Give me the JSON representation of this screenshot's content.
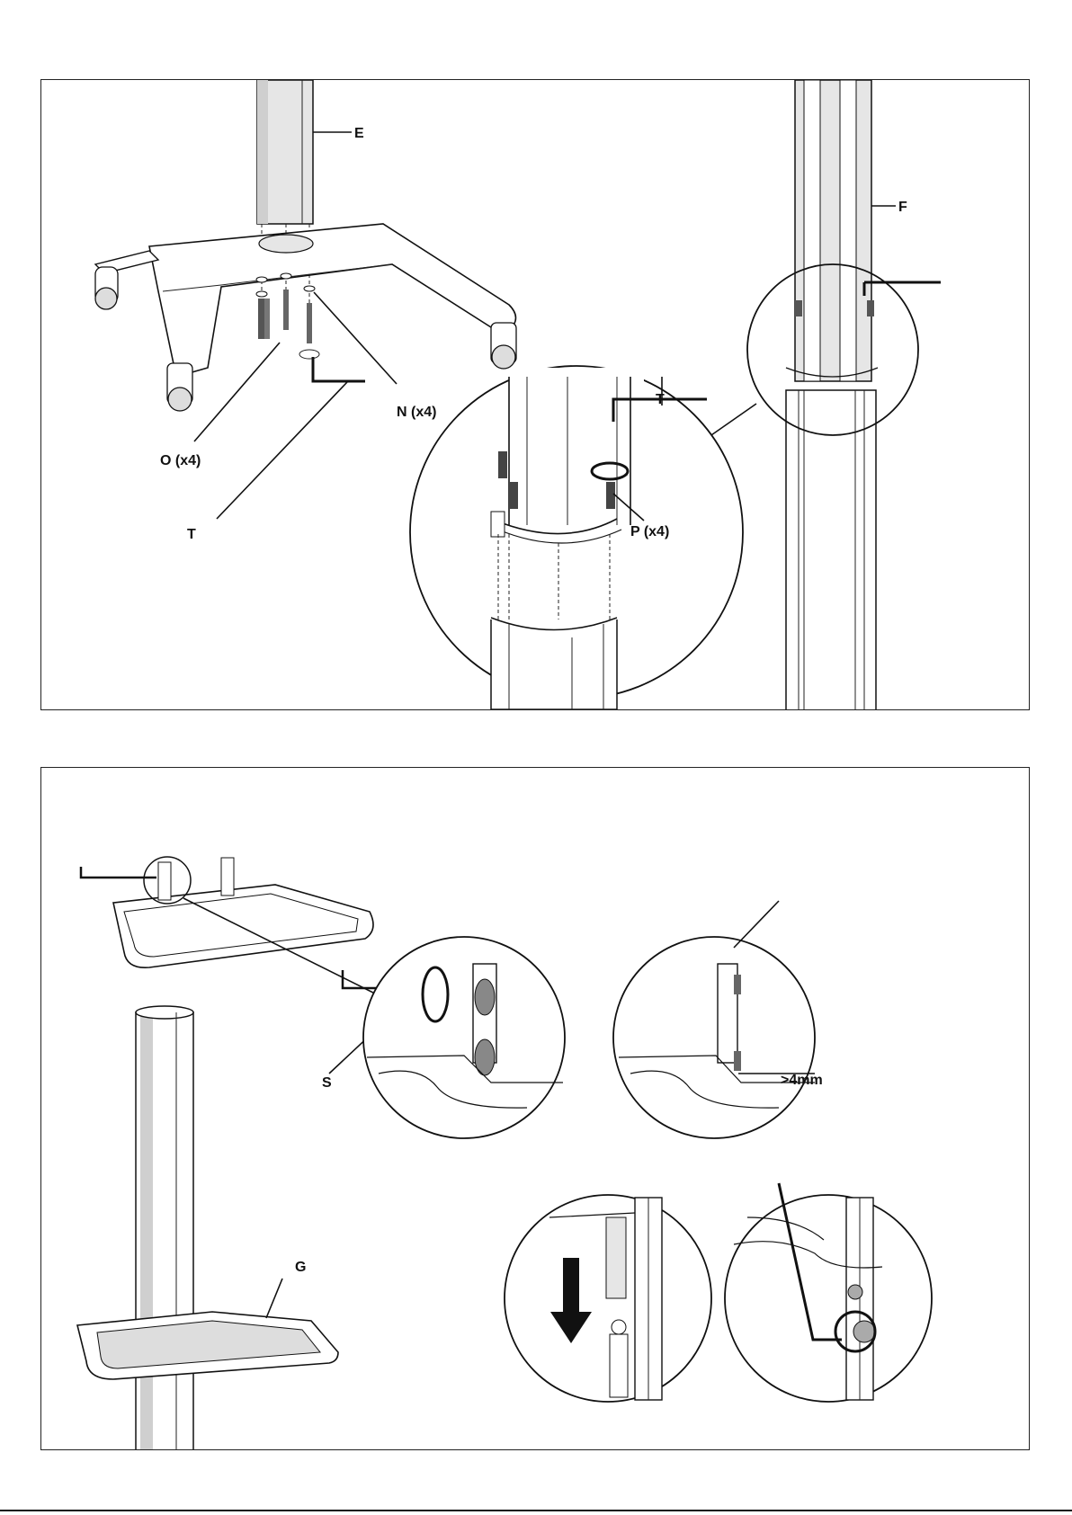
{
  "step_top": {
    "labels": {
      "E": "E",
      "F": "F",
      "T_upper": "T",
      "T_lower": "T",
      "N": "N (x4)",
      "O": "O (x4)",
      "P": "P (x4)"
    }
  },
  "step_bottom": {
    "labels": {
      "S": "S",
      "G": "G",
      "gap": ">4mm"
    }
  }
}
